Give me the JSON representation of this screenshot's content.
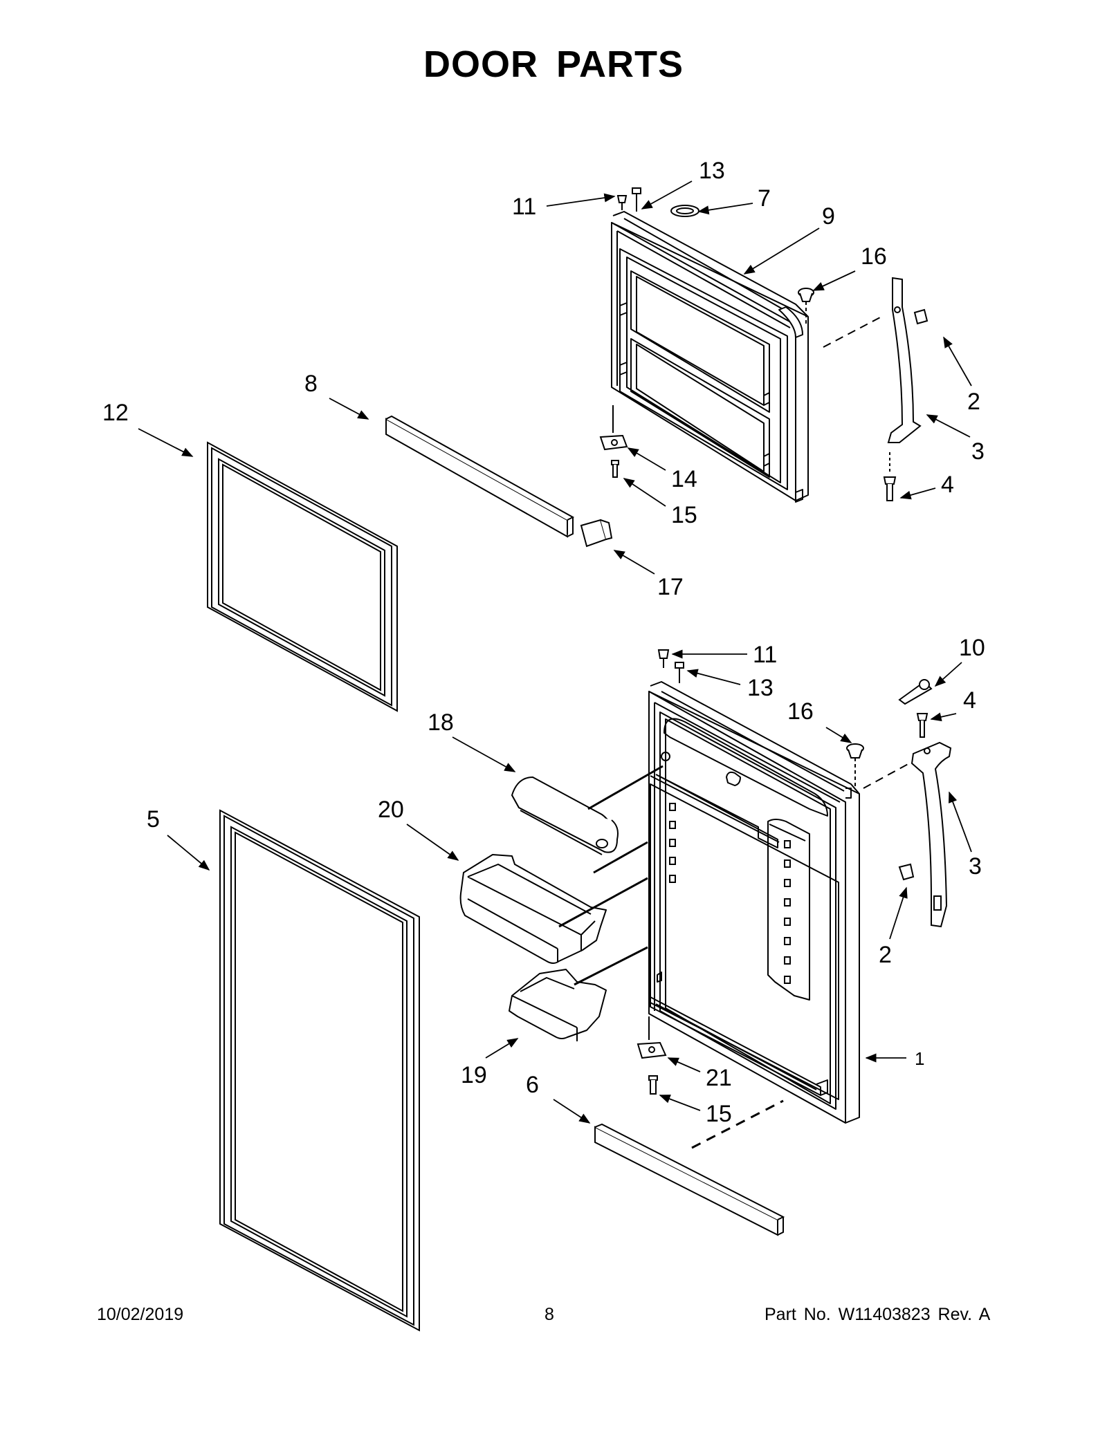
{
  "title": "DOOR PARTS",
  "footer": {
    "date": "10/02/2019",
    "page": "8",
    "part": "Part No.  W11403823  Rev.  A"
  },
  "callouts": {
    "c11a": "11",
    "c13a": "13",
    "c7": "7",
    "c9": "9",
    "c16a": "16",
    "c2a": "2",
    "c3a": "3",
    "c4a": "4",
    "c8": "8",
    "c12": "12",
    "c14": "14",
    "c15a": "15",
    "c17": "17",
    "c11b": "11",
    "c10": "10",
    "c13b": "13",
    "c16b": "16",
    "c4b": "4",
    "c18": "18",
    "c5": "5",
    "c20": "20",
    "c3b": "3",
    "c2b": "2",
    "c19": "19",
    "c21": "21",
    "c1": "1",
    "c6": "6",
    "c15b": "15"
  }
}
